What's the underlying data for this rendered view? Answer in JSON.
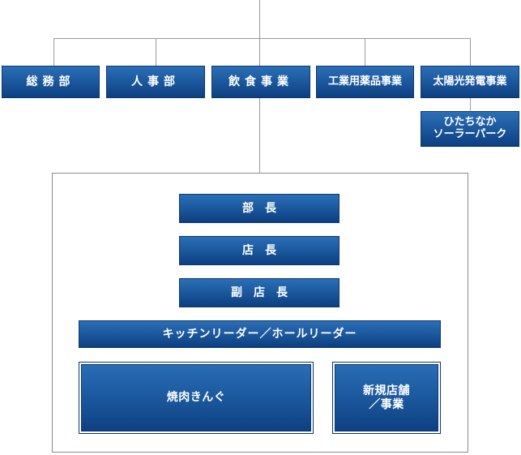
{
  "departments": [
    {
      "label": "総務部"
    },
    {
      "label": "人事部"
    },
    {
      "label": "飲食事業"
    },
    {
      "label": "工業用薬品事業"
    },
    {
      "label": "太陽光発電事業"
    }
  ],
  "solar_sub": {
    "line1": "ひたちなか",
    "line2": "ソーラーパーク"
  },
  "food_division": {
    "manager": "部長",
    "store_manager": "店長",
    "deputy_store_manager": "副店長",
    "leaders": "キッチンリーダー／ホールリーダー",
    "yakiniku": "焼肉きんぐ",
    "new_store_line1": "新規店舗",
    "new_store_line2": "／事業"
  },
  "colors": {
    "box_top": "#2a6fb6",
    "box_bottom": "#0d3f80",
    "connector": "#9a9a9a",
    "frame_border": "#8c8c8c"
  }
}
